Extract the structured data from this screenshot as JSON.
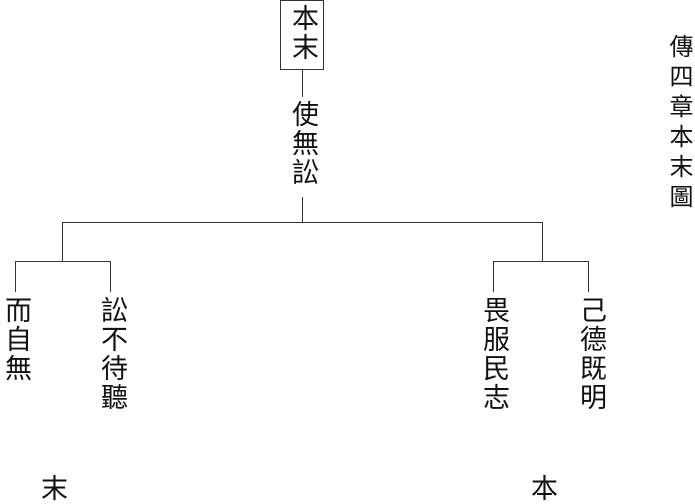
{
  "title": "傳四章本末圖",
  "root": "本末",
  "center": "使無訟",
  "left_branch": {
    "items": [
      "而自無",
      "訟不待聽"
    ],
    "label": "末"
  },
  "right_branch": {
    "items": [
      "畏服民志",
      "己德既明"
    ],
    "label": "本"
  },
  "line_color": "#333333"
}
